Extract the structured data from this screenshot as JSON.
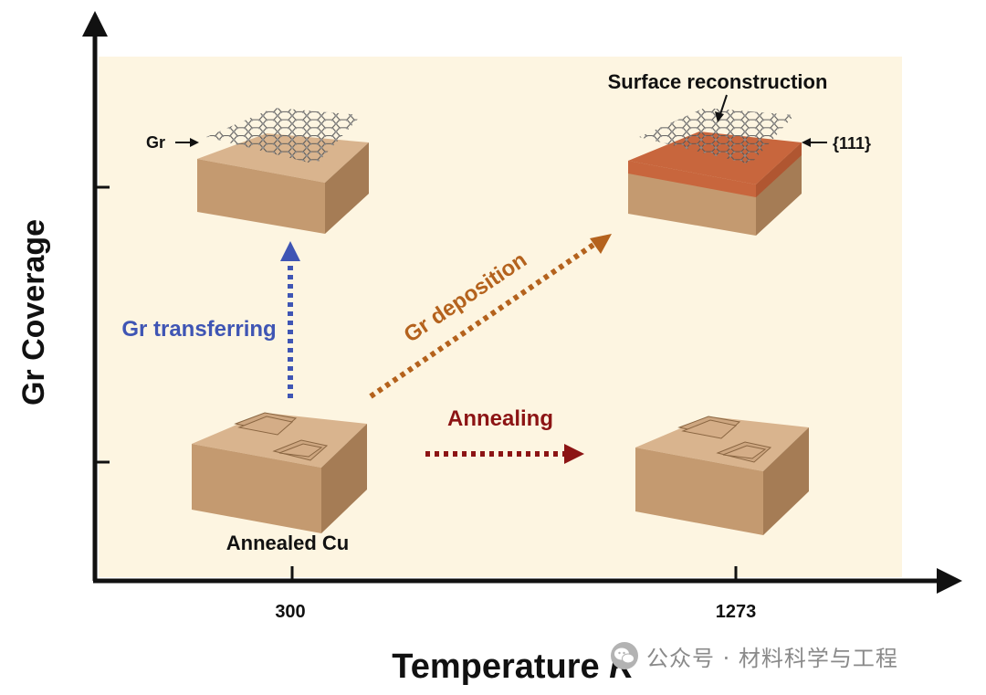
{
  "axes": {
    "y_label": "Gr Coverage",
    "x_label_main": "Temperature ",
    "x_label_unit": "K",
    "x_ticks": [
      "300",
      "1273"
    ]
  },
  "labels": {
    "gr": "Gr",
    "surface_reconstruction": "Surface reconstruction",
    "facet": "{111}",
    "annealed_cu": "Annealed Cu"
  },
  "processes": {
    "transferring": "Gr transferring",
    "deposition": "Gr deposition",
    "annealing": "Annealing"
  },
  "watermark": {
    "icon": "wechat-icon",
    "text": "公众号 · 材料科学与工程"
  },
  "colors": {
    "background_panel": "#fdf5e1",
    "cu_top": "#d9b48e",
    "cu_side": "#c49a70",
    "cu_front": "#b78d63",
    "reconstructed_layer": "#c8663d",
    "transferring_arrow": "#3f55b4",
    "deposition_arrow": "#b4621d",
    "annealing_arrow": "#8c1414"
  }
}
